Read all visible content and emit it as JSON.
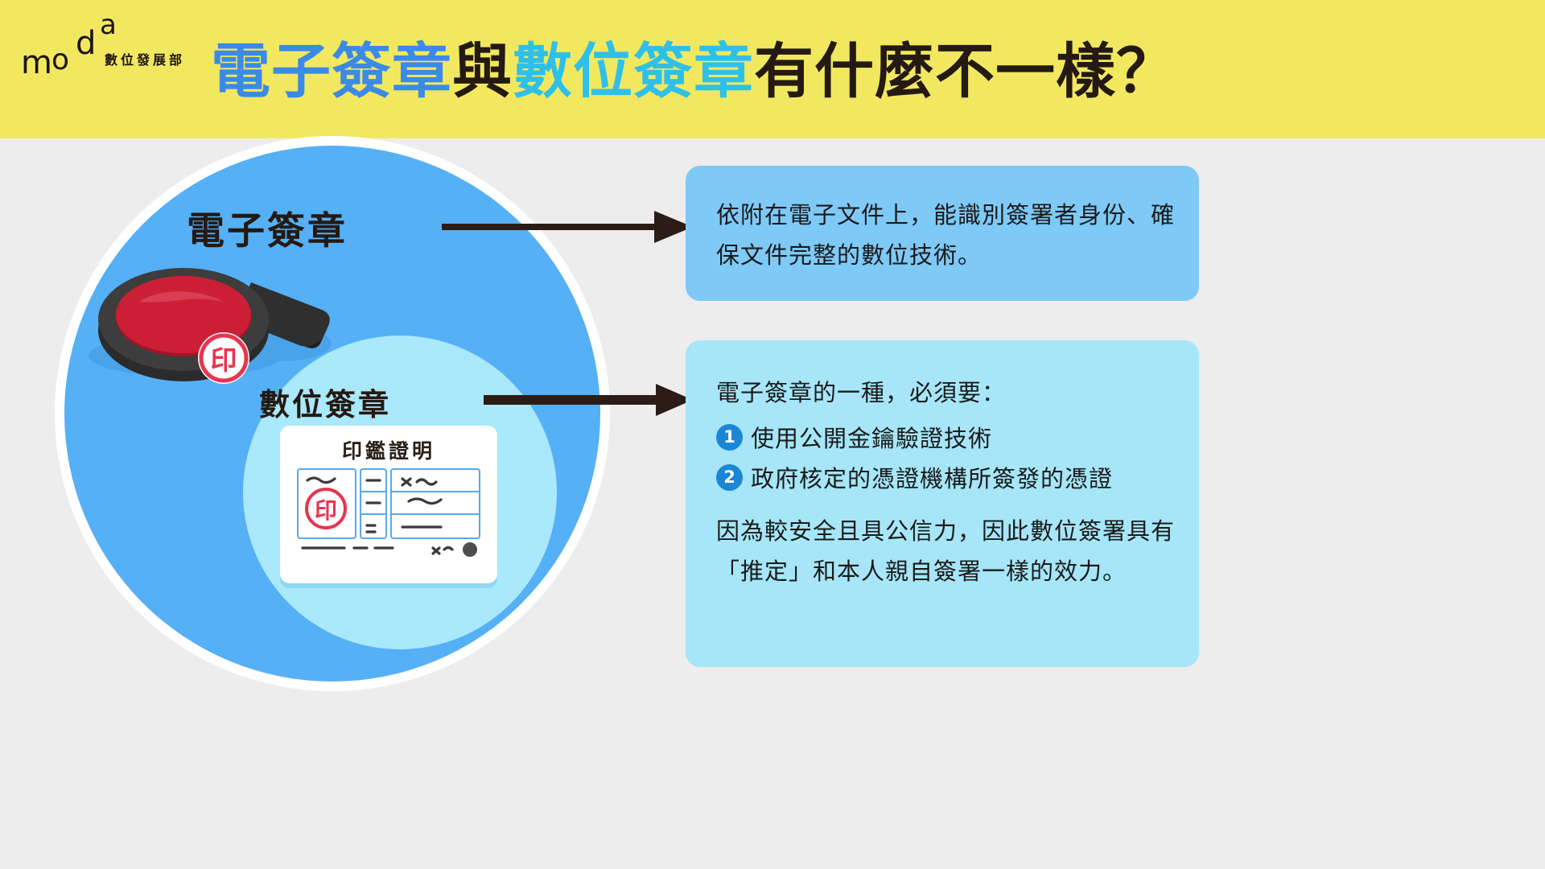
{
  "header": {
    "logo": {
      "letters": [
        "m",
        "o",
        "d",
        "a"
      ],
      "agency": "數位發展部"
    },
    "title_parts": [
      {
        "text": "電子簽章",
        "color": "#3b8ae8"
      },
      {
        "text": "與",
        "color": "#241a13"
      },
      {
        "text": "數位簽章",
        "color": "#2fc0ea"
      },
      {
        "text": "有什麼不一樣？",
        "color": "#241a13"
      }
    ],
    "title_full": "電子簽章與數位簽章有什麼不一樣？",
    "background": "#f2e85f"
  },
  "diagram": {
    "outer_label": "電子簽章",
    "inner_label": "數位簽章",
    "outer_color": "#55b0f6",
    "inner_color": "#aae8fb",
    "stamp": {
      "seal_text": "印",
      "pad_color": "#cc1f36",
      "handle_color": "#2c2c2c"
    },
    "document": {
      "title": "印鑑證明",
      "seal_text": "印",
      "seal_color": "#e8354f"
    }
  },
  "boxes": [
    {
      "id": "box-electronic-signature",
      "color": "#7fc9f7",
      "text": "依附在電子文件上，能識別簽署者身份、確保文件完整的數位技術。"
    },
    {
      "id": "box-digital-signature",
      "color": "#a6e6f8",
      "intro": "電子簽章的一種，必須要：",
      "items": [
        {
          "num": "1",
          "text": "使用公開金鑰驗證技術"
        },
        {
          "num": "2",
          "text": "政府核定的憑證機構所簽發的憑證"
        }
      ],
      "note": "因為較安全且具公信力，因此數位簽署具有「推定」和本人親自簽署一樣的效力。",
      "badge_color": "#1b86d6"
    }
  ],
  "arrows": {
    "color": "#2b1d15",
    "count": 2
  },
  "page": {
    "background": "#ededed"
  }
}
